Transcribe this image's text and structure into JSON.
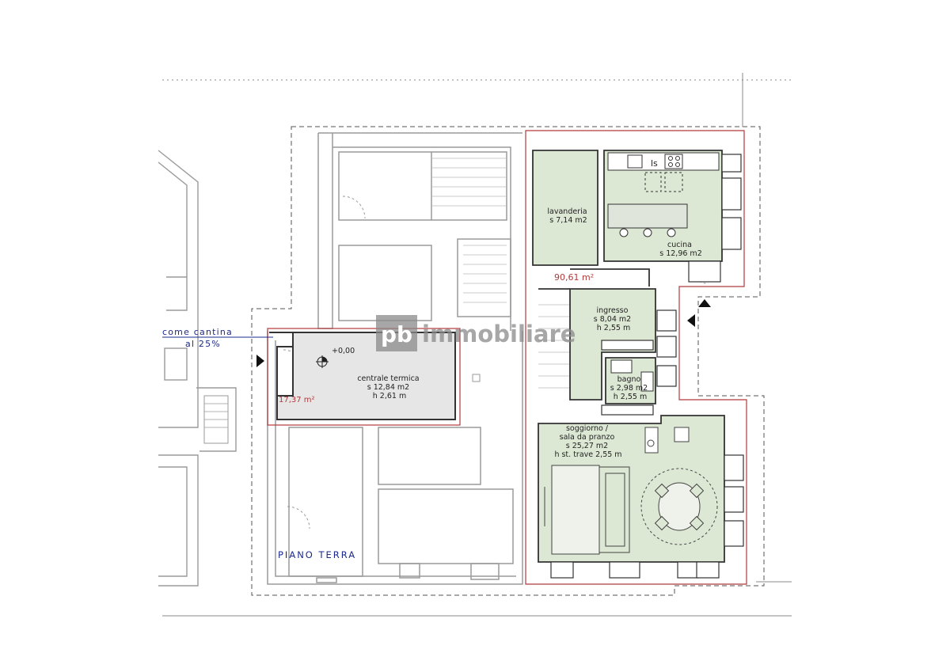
{
  "floor_label": "PIANO TERRA",
  "watermark": {
    "mark": "pb",
    "word": "immobiliare"
  },
  "annotation": {
    "line1": "come cantina",
    "line2": "al 25%"
  },
  "areas": {
    "apartment_total": "90,61 m²",
    "cellar_total": "17,37 m²"
  },
  "level_marker": "+0,00",
  "rooms": [
    {
      "id": "lavanderia",
      "lines": [
        "lavanderia",
        "s 7,14 m2"
      ]
    },
    {
      "id": "cucina",
      "lines": [
        "cucina",
        "s 12,96 m2"
      ]
    },
    {
      "id": "ingresso",
      "lines": [
        "ingresso",
        "s 8,04 m2",
        "h 2,55 m"
      ]
    },
    {
      "id": "bagno",
      "lines": [
        "bagno",
        "s 2,98 m2",
        "h 2,55 m"
      ]
    },
    {
      "id": "soggiorno",
      "lines": [
        "soggiorno /",
        "sala da pranzo",
        "s 25,27 m2",
        "h st. trave 2,55 m"
      ]
    },
    {
      "id": "centrale-termica",
      "lines": [
        "centrale termica",
        "s 12,84 m2",
        "h 2,61 m"
      ]
    }
  ],
  "fixture_labels": {
    "ls": "ls"
  },
  "colors": {
    "apartment_fill": "#dde8d4",
    "apartment_border": "#b03a3a",
    "cellar_fill": "#e6e6e6",
    "wall": "#9a9a9a",
    "text": "#222222",
    "accent_text": "#b03a3a",
    "annotation_text": "#1b2a8c",
    "watermark": "#7a7a7a"
  }
}
